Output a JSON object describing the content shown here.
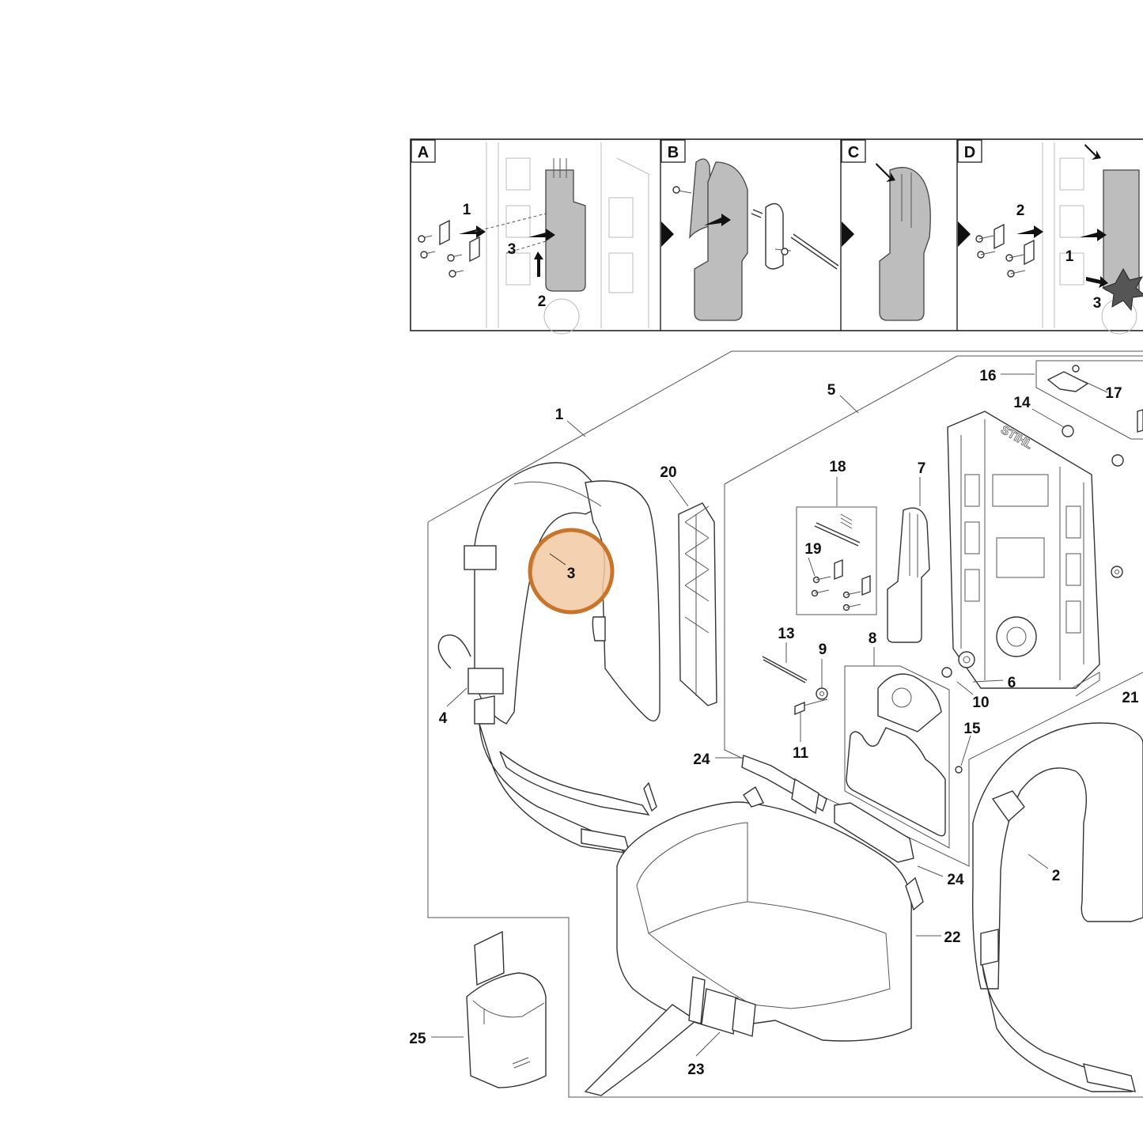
{
  "steps": [
    {
      "letter": "A"
    },
    {
      "letter": "B"
    },
    {
      "letter": "C"
    },
    {
      "letter": "D"
    }
  ],
  "step_callouts": {
    "a1": "1",
    "a2": "2",
    "a3": "3",
    "d1": "1",
    "d2": "2",
    "d3": "3"
  },
  "parts": {
    "p1": "1",
    "p2": "2",
    "p3": "3",
    "p4": "4",
    "p5": "5",
    "p6": "6",
    "p7": "7",
    "p8": "8",
    "p9": "9",
    "p10": "10",
    "p11": "11",
    "p13": "13",
    "p14": "14",
    "p15": "15",
    "p16": "16",
    "p17": "17",
    "p18": "18",
    "p19": "19",
    "p20": "20",
    "p21": "21",
    "p22": "22",
    "p23": "23",
    "p24a": "24",
    "p24b": "24",
    "p25": "25"
  },
  "branding": {
    "plate_logo": "STIHL"
  },
  "highlight": {
    "color": "#c8742a",
    "fill": "#f2c9a2",
    "part": "3"
  }
}
